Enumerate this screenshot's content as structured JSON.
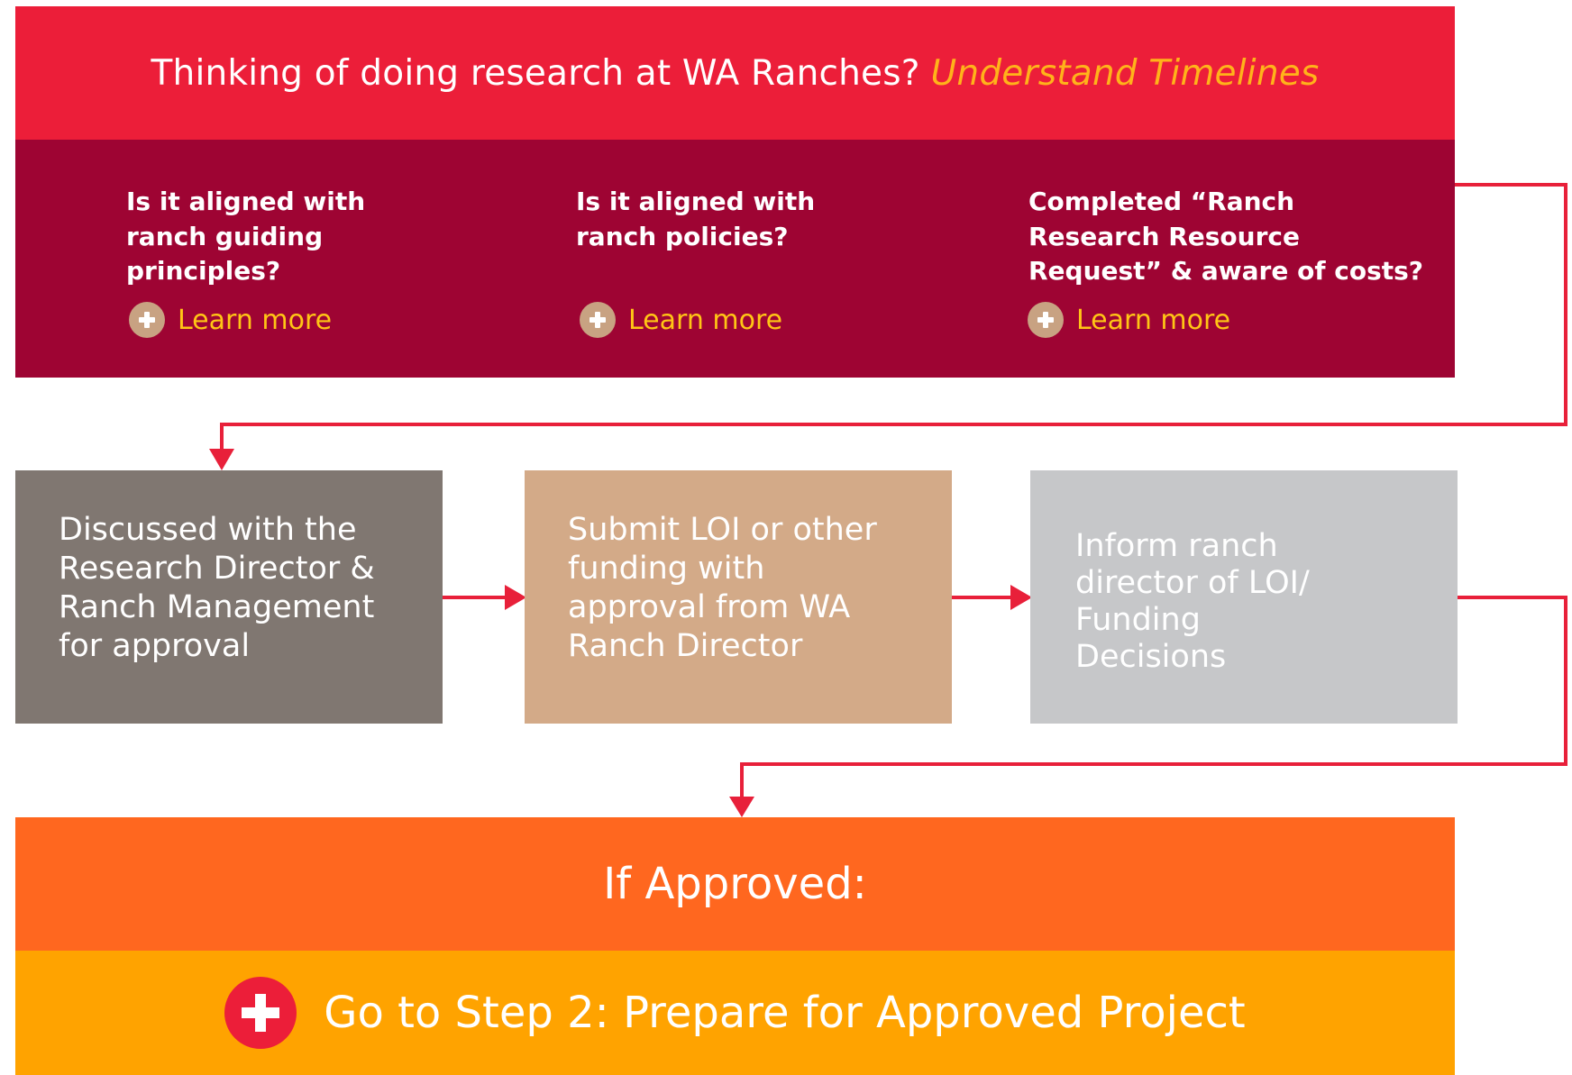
{
  "header": {
    "text": "Thinking of doing research at WA Ranches?",
    "highlight": "Understand Timelines"
  },
  "checks": [
    {
      "lines": [
        "Is it aligned with",
        "ranch guiding",
        "principles?"
      ],
      "link": "Learn more"
    },
    {
      "lines": [
        "Is it aligned with",
        "ranch policies?"
      ],
      "link": "Learn more"
    },
    {
      "lines": [
        "Completed “Ranch",
        "Research Resource",
        "Request” & aware of costs?"
      ],
      "link": "Learn more"
    }
  ],
  "steps": [
    {
      "lines": [
        "Discussed with the",
        "Research Director &",
        "Ranch Management",
        "for approval"
      ]
    },
    {
      "lines": [
        "Submit LOI or other",
        "funding with",
        "approval from WA",
        "Ranch Director"
      ]
    },
    {
      "lines": [
        "Inform ranch",
        "director of LOI/",
        "Funding",
        "Decisions"
      ]
    }
  ],
  "approved": "If Approved:",
  "next_step": "Go to Step 2: Prepare for Approved Project",
  "icons": {
    "learn_more": "plus-circle-icon",
    "next_step": "plus-circle-icon",
    "connector": "arrow-down-icon"
  },
  "colors": {
    "header_bg": "#ec1e39",
    "highlight": "#ffb31a",
    "checks_bg": "#9e0433",
    "link": "#ffc515",
    "step1_bg": "#807771",
    "step2_bg": "#d3aa88",
    "step3_bg": "#c6c7c9",
    "approved_bg": "#ff671f",
    "next_bg": "#ffa300",
    "connector": "#e8203a"
  }
}
